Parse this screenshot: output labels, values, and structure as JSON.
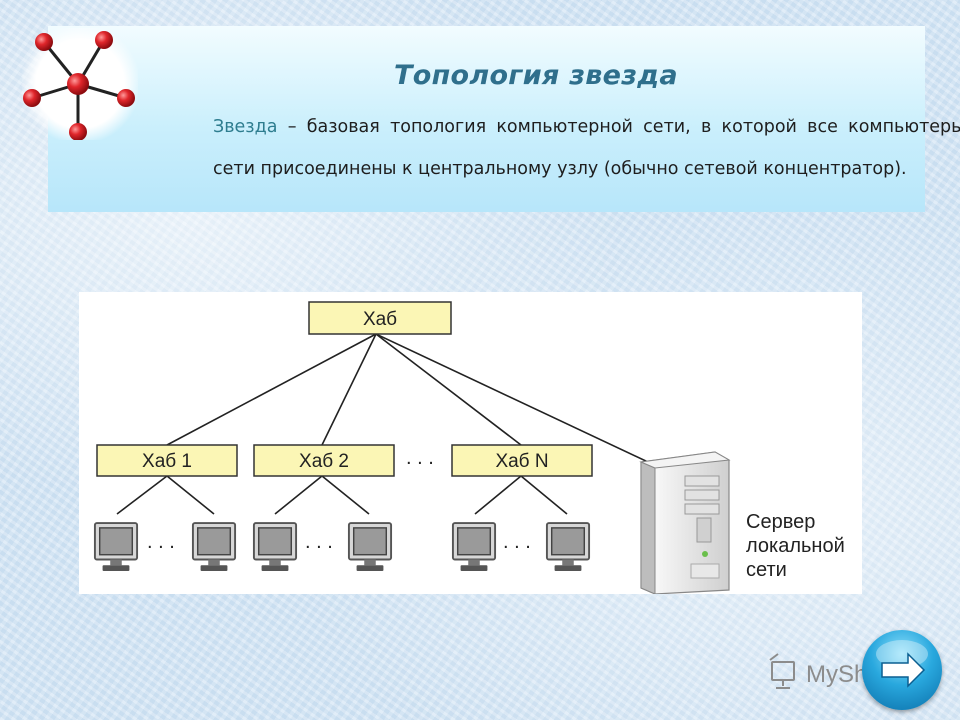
{
  "slide": {
    "title": "Топология звезда",
    "definition_term": "Звезда",
    "definition_text": " – базовая топология компьютерной сети, в которой все компьютеры сети присоединены к центральному узлу (обычно сетевой концентратор)."
  },
  "diagram": {
    "top_hub": "Хаб",
    "hubs": [
      "Хаб 1",
      "Хаб 2",
      "Хаб N"
    ],
    "ellipsis": ". . .",
    "server_label": [
      "Сервер",
      "локальной",
      "сети"
    ]
  },
  "watermark": {
    "text": "MyShared"
  },
  "colors": {
    "title": "#2f6f8c",
    "term": "#2e7d8f",
    "hub_fill": "#fbf6b5",
    "node_red": "#e0262b",
    "button_blue": "#1b93d1"
  },
  "icons": {
    "logo": "star-topology-icon",
    "monitor": "monitor-icon",
    "server": "server-tower-icon",
    "next": "arrow-right-icon"
  }
}
